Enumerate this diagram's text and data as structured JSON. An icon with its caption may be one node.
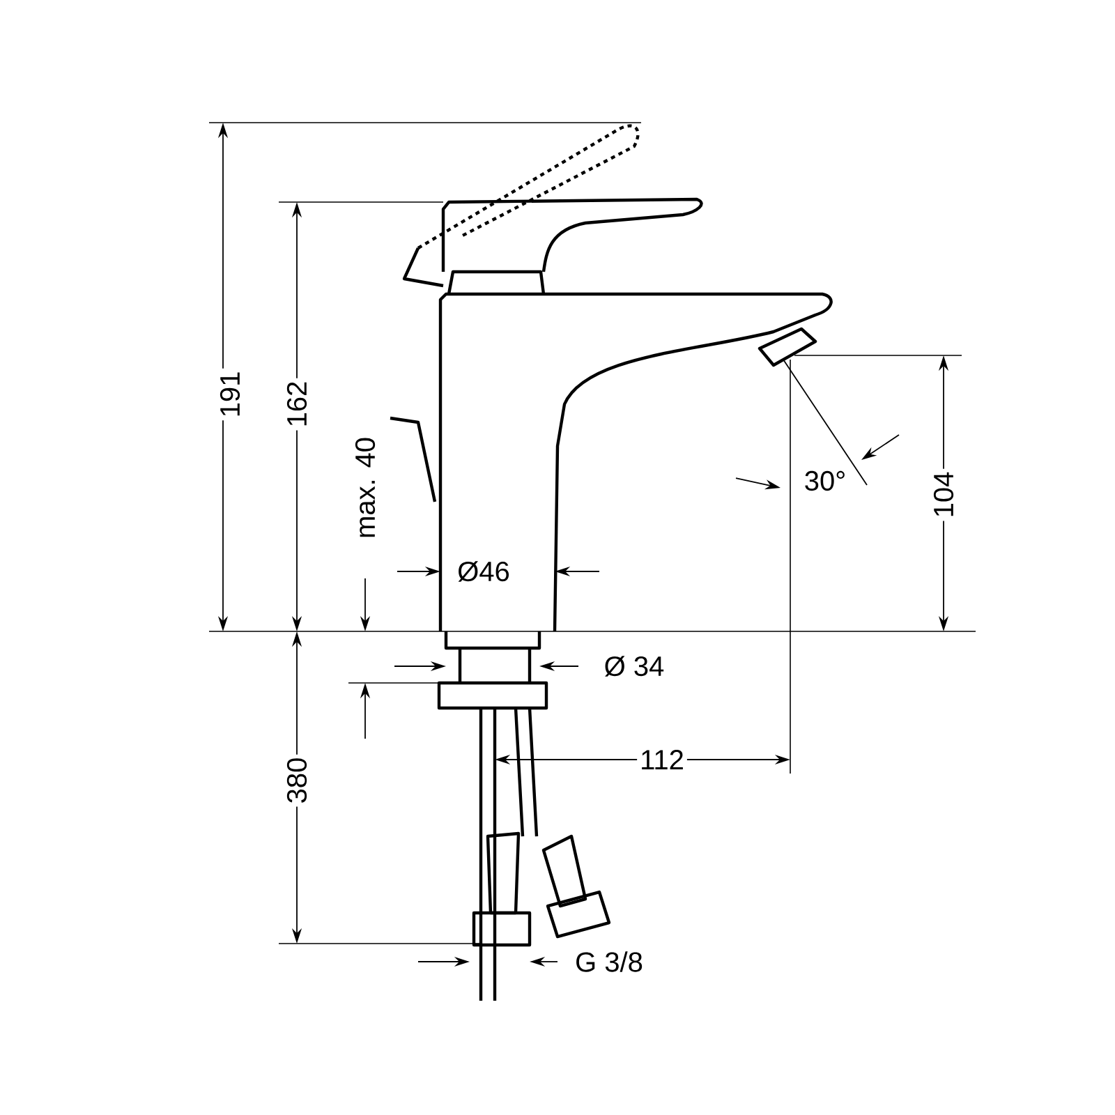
{
  "diagram": {
    "labels": [
      "191",
      "162",
      "max. 40",
      "Ø46",
      "30°",
      "104",
      "Ø 34",
      "380",
      "112",
      "G 3/8"
    ]
  }
}
